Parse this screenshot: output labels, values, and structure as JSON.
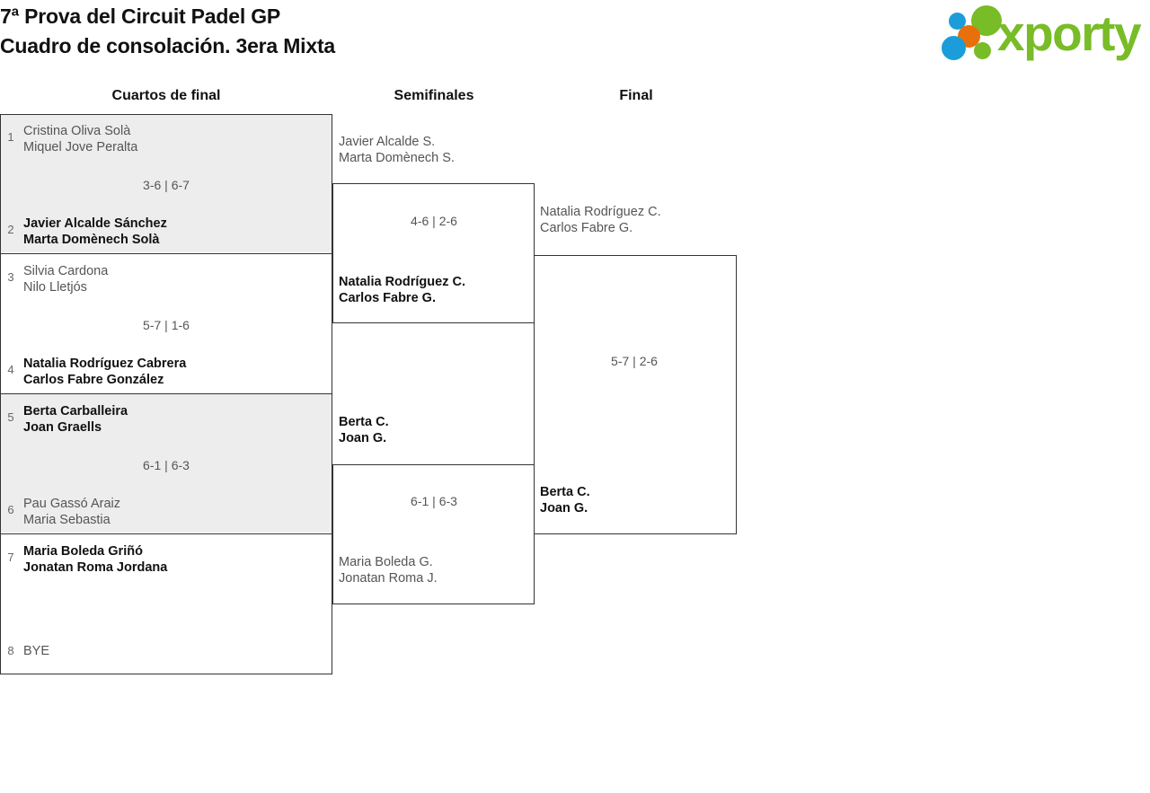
{
  "header": {
    "title_line1": "7ª Prova del Circuit Padel GP",
    "title_line2": "Cuadro de consolación. 3era Mixta"
  },
  "brand": {
    "wordmark": "xporty",
    "dots": [
      "blue-dot",
      "green-dot",
      "orange-dot",
      "blue-dot",
      "green-dot"
    ],
    "colors": {
      "green": "#78bc27",
      "blue": "#1b9dd9",
      "orange": "#e8700a"
    }
  },
  "rounds": {
    "quarterfinals_label": "Cuartos de final",
    "semifinals_label": "Semifinales",
    "final_label": "Final"
  },
  "quarterfinals": [
    {
      "seed_top": "1",
      "top_p1": "Cristina Oliva Solà",
      "top_p2": "Miquel Jove Peralta",
      "score": "3-6 | 6-7",
      "seed_bottom": "2",
      "bottom_p1": "Javier Alcalde Sánchez",
      "bottom_p2": "Marta Domènech Solà"
    },
    {
      "seed_top": "3",
      "top_p1": "Silvia Cardona",
      "top_p2": "Nilo Lletjós",
      "score": "5-7 | 1-6",
      "seed_bottom": "4",
      "bottom_p1": "Natalia Rodríguez Cabrera",
      "bottom_p2": "Carlos Fabre González"
    },
    {
      "seed_top": "5",
      "top_p1": "Berta Carballeira",
      "top_p2": "Joan Graells",
      "score": "6-1 | 6-3",
      "seed_bottom": "6",
      "bottom_p1": "Pau Gassó Araiz",
      "bottom_p2": "Maria Sebastia"
    },
    {
      "seed_top": "7",
      "top_p1": "Maria Boleda Griñó",
      "top_p2": "Jonatan Roma Jordana",
      "score": "",
      "seed_bottom": "8",
      "bottom_p1": "BYE",
      "bottom_p2": ""
    }
  ],
  "semifinals": [
    {
      "top_p1": "Javier Alcalde S.",
      "top_p2": "Marta Domènech S.",
      "score": "4-6 | 2-6",
      "bottom_p1": "Natalia Rodríguez C.",
      "bottom_p2": "Carlos Fabre G."
    },
    {
      "top_p1": "Berta C.",
      "top_p2": "Joan G.",
      "score": "6-1 | 6-3",
      "bottom_p1": "Maria Boleda G.",
      "bottom_p2": "Jonatan Roma J."
    }
  ],
  "final": {
    "top_p1": "Natalia Rodríguez C.",
    "top_p2": "Carlos Fabre G.",
    "score": "5-7 | 2-6",
    "bottom_p1": "Berta C.",
    "bottom_p2": "Joan G."
  }
}
